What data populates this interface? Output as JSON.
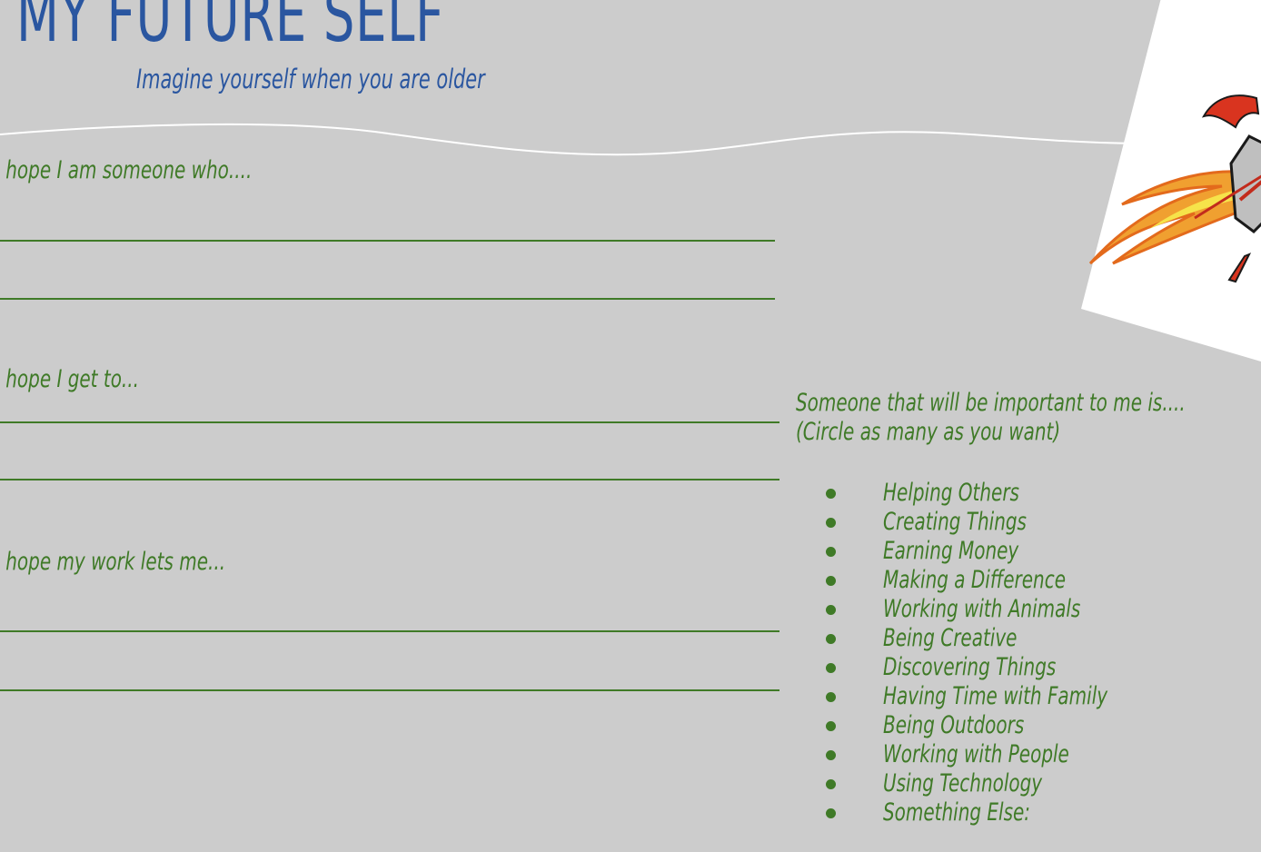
{
  "title": "MY FUTURE SELF",
  "subtitle": "Imagine yourself when you are older",
  "prompts": [
    {
      "label": "I hope I am someone who...."
    },
    {
      "label": "I hope I get to..."
    },
    {
      "label": "I hope my work lets me..."
    }
  ],
  "important": {
    "heading": "Someone that will be important to me is....",
    "note": "(Circle as many as you want)",
    "options": [
      "Helping Others",
      "Creating Things",
      "Earning Money",
      "Making a Difference",
      "Working with Animals",
      "Being Creative",
      "Discovering Things",
      "Having Time with Family",
      "Being Outdoors",
      "Working with People",
      "Using Technology",
      "Something Else:"
    ]
  },
  "colors": {
    "background": "#cccccc",
    "title": "#2a56a0",
    "text": "#3f7a27"
  },
  "icons": {
    "rocket": "rocket-icon"
  }
}
